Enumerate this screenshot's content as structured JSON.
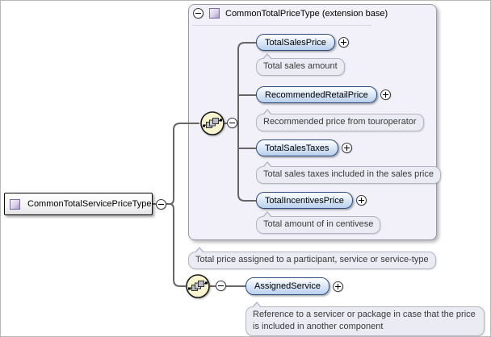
{
  "root": {
    "label": "CommonTotalServicePriceType"
  },
  "extension_box": {
    "title": "CommonTotalPriceType (extension base)",
    "elements": [
      {
        "name": "TotalSalesPrice",
        "annotation": "Total sales amount"
      },
      {
        "name": "RecommendedRetailPrice",
        "annotation": "Recommended price from touroperator"
      },
      {
        "name": "TotalSalesTaxes",
        "annotation": "Total sales taxes included in the sales price"
      },
      {
        "name": "TotalIncentivesPrice",
        "annotation": "Total amount of in centivese"
      }
    ]
  },
  "root_annotation": "Total price assigned to a participant, service or service-type",
  "assigned_service": {
    "name": "AssignedService",
    "annotation": "Reference to a servicer or package in case that the price is included in another component"
  },
  "icons": {
    "complex_type_icon": "purple-gradient-square",
    "sequence_icon": "stepped-squares-in-yellow-circle",
    "collapse_icon": "minus-in-circle",
    "expand_icon": "plus-in-circle"
  },
  "colors": {
    "element_border": "#2f4e7e",
    "element_fill": "#b9cfec",
    "container_fill": "#f2f1f9",
    "annotation_fill": "#ebebf3",
    "sequence_fill": "#f8f4cd",
    "connector": "#666666"
  }
}
